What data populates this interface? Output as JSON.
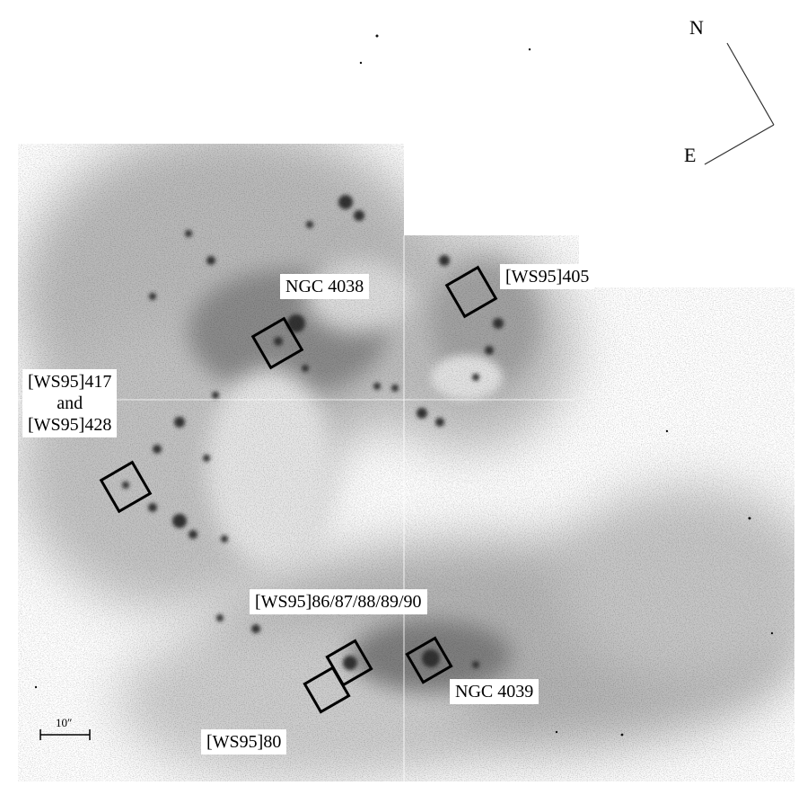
{
  "image": {
    "subject": "NGC 4038/4039",
    "palette": {
      "ink": "#000000",
      "paper": "#ffffff",
      "haze": "#a8a8a8"
    }
  },
  "labels": {
    "ngc4038": "NGC 4038",
    "ws95_405": "[WS95]405",
    "ws95_417_line1": "[WS95]417",
    "ws95_417_line2": "and",
    "ws95_417_line3": "[WS95]428",
    "ws95_86_90": "[WS95]86/87/88/89/90",
    "ngc4039": "NGC 4039",
    "ws95_80": "[WS95]80"
  },
  "compass": {
    "north": "N",
    "east": "E"
  },
  "scale_bar": {
    "label": "10″"
  }
}
